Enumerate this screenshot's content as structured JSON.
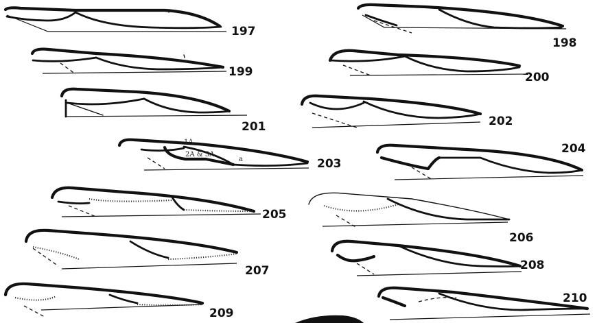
{
  "figures": [
    {
      "number": "197"
    },
    {
      "number": "198"
    },
    {
      "number": "199"
    },
    {
      "number": "200"
    },
    {
      "number": "201"
    },
    {
      "number": "202"
    },
    {
      "number": "203",
      "vein_labels": [
        "1A",
        "2A & 3A",
        "a"
      ]
    },
    {
      "number": "204"
    },
    {
      "number": "205"
    },
    {
      "number": "206"
    },
    {
      "number": "207"
    },
    {
      "number": "208"
    },
    {
      "number": "209"
    },
    {
      "number": "210"
    }
  ],
  "colors": {
    "ink": "#111111",
    "paper": "#ffffff"
  }
}
